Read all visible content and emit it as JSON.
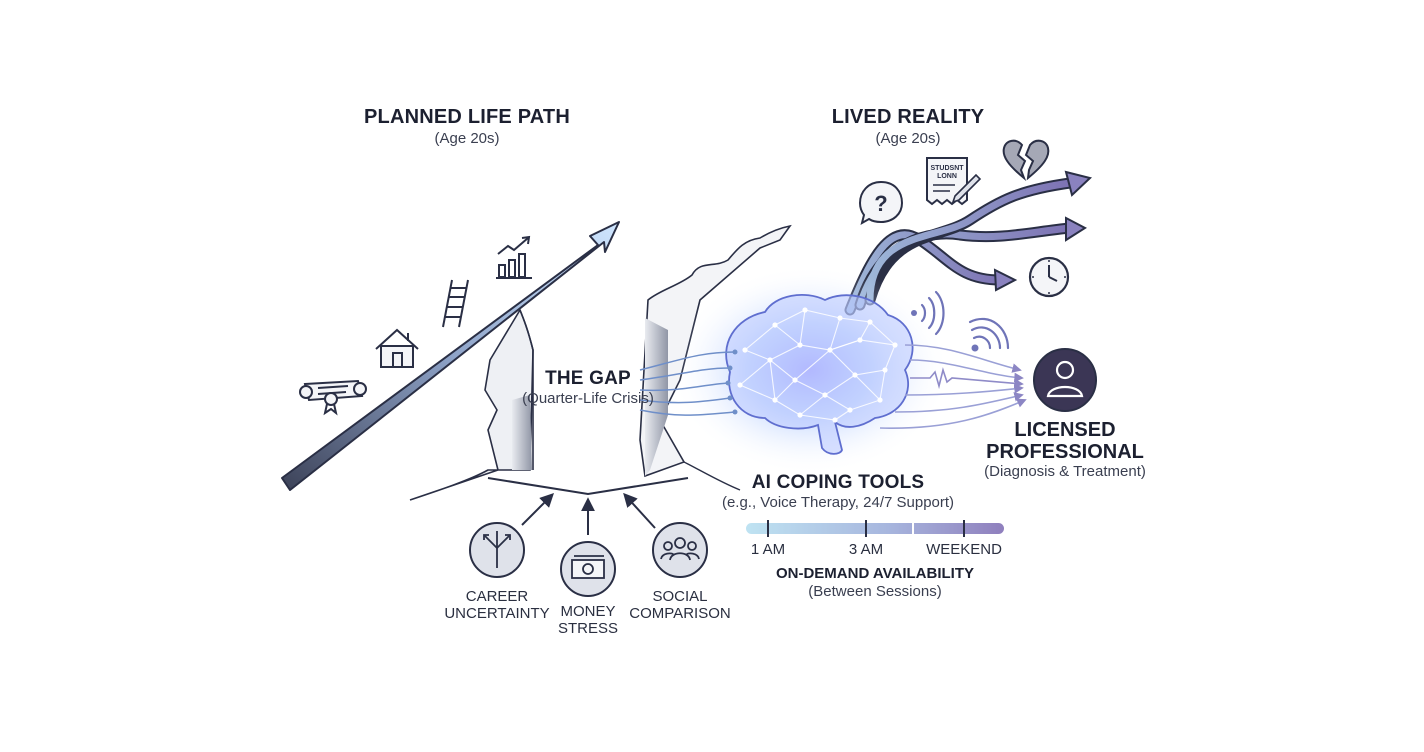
{
  "left": {
    "title": "PLANNED LIFE PATH",
    "subtitle": "(Age 20s)"
  },
  "right": {
    "title": "LIVED REALITY",
    "subtitle": "(Age 20s)"
  },
  "gap": {
    "title": "THE GAP",
    "subtitle": "(Quarter-Life Crisis)"
  },
  "stressors": [
    {
      "icon": "branching-arrows-icon",
      "label_line1": "CAREER",
      "label_line2": "UNCERTAINTY"
    },
    {
      "icon": "money-icon",
      "label_line1": "MONEY",
      "label_line2": "STRESS"
    },
    {
      "icon": "people-icon",
      "label_line1": "SOCIAL",
      "label_line2": "COMPARISON"
    }
  ],
  "milestone_icons": [
    "diploma-icon",
    "house-icon",
    "ladder-icon",
    "growth-chart-icon"
  ],
  "reality_icons": [
    "question-icon",
    "student-loan-icon",
    "broken-heart-icon",
    "clock-icon"
  ],
  "student_loan_doc": {
    "line1": "STUDSNT",
    "line2": "LONN"
  },
  "ai": {
    "title": "AI COPING TOOLS",
    "subtitle": "(e.g., Voice Therapy, 24/7 Support)",
    "icon": "brain-network-icon"
  },
  "availability": {
    "ticks": [
      "1 AM",
      "3 AM",
      "WEEKEND"
    ],
    "title": "ON-DEMAND AVAILABILITY",
    "subtitle": "(Between Sessions)"
  },
  "professional": {
    "line1": "LICENSED",
    "line2": "PROFESSIONAL",
    "subtitle": "(Diagnosis & Treatment)",
    "icon": "person-icon"
  },
  "colors": {
    "ink": "#2a2f45",
    "path_blue": "#9fc4e6",
    "reality_purple": "#7b76b0",
    "brain_glow": "#7f7fff",
    "professional_circle": "#3b3655"
  }
}
